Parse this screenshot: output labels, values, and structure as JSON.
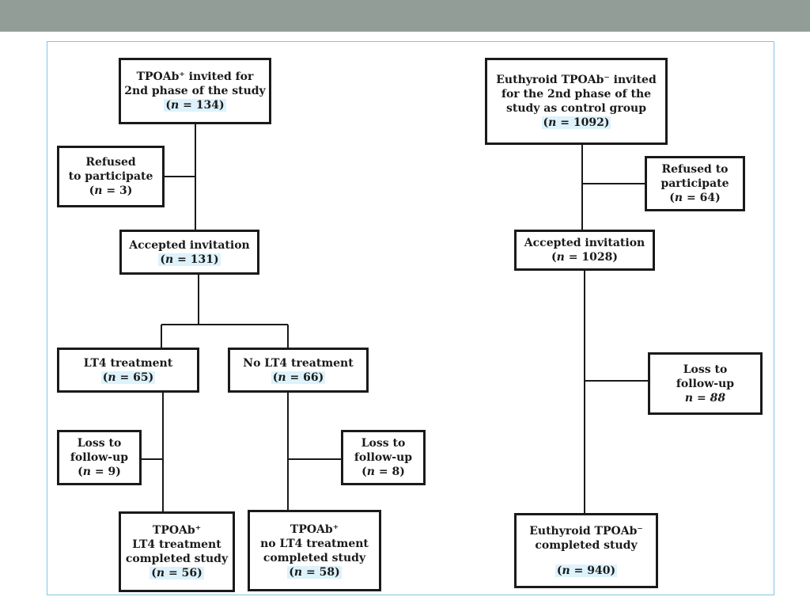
{
  "nodes": {
    "tpoab_invited": {
      "lines": [
        "TPOAb⁺ invited for",
        "2nd phase of the study"
      ],
      "n": "134"
    },
    "refused_left": {
      "lines": [
        "Refused",
        "to participate"
      ],
      "n": "3"
    },
    "accepted_left": {
      "lines": [
        "Accepted invitation"
      ],
      "n": "131"
    },
    "lt4_treatment": {
      "lines": [
        "LT4 treatment"
      ],
      "n": "65"
    },
    "no_lt4_treatment": {
      "lines": [
        "No LT4 treatment"
      ],
      "n": "66"
    },
    "loss_left": {
      "lines": [
        "Loss to",
        "follow-up"
      ],
      "n": "9"
    },
    "loss_mid": {
      "lines": [
        "Loss to",
        "follow-up"
      ],
      "n": "8"
    },
    "completed_lt4": {
      "lines": [
        "TPOAb⁺",
        "LT4 treatment",
        "completed study"
      ],
      "n": "56"
    },
    "completed_no_lt4": {
      "lines": [
        "TPOAb⁺",
        "no LT4 treatment",
        "completed study"
      ],
      "n": "58"
    },
    "euthyroid_invited": {
      "lines": [
        "Euthyroid TPOAb⁻ invited",
        "for the 2nd phase of the",
        "study as control group"
      ],
      "n": "1092"
    },
    "refused_right": {
      "lines": [
        "Refused to",
        "participate"
      ],
      "n": "64"
    },
    "accepted_right": {
      "lines": [
        "Accepted invitation"
      ],
      "n": "1028"
    },
    "loss_right": {
      "lines": [
        "Loss to",
        "follow-up"
      ],
      "n_text": "n = 88"
    },
    "completed_euthyroid": {
      "lines": [
        "Euthyroid TPOAb⁻",
        "completed study"
      ],
      "n": "940"
    }
  }
}
